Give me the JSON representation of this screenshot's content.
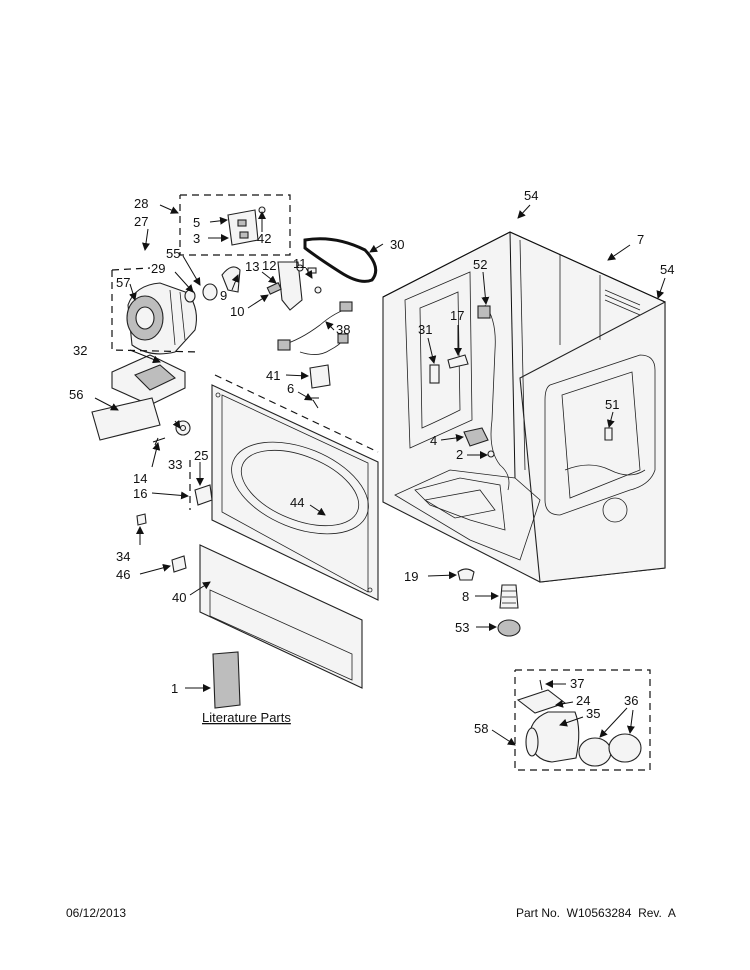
{
  "footer": {
    "date": "06/12/2013",
    "part_no": "Part No.  W10563284  Rev.  A"
  },
  "literature_label": "Literature Parts",
  "callouts": [
    "1",
    "2",
    "3",
    "4",
    "5",
    "6",
    "7",
    "8",
    "9",
    "10",
    "11",
    "12",
    "13",
    "14",
    "16",
    "17",
    "19",
    "24",
    "25",
    "27",
    "28",
    "29",
    "30",
    "31",
    "32",
    "33",
    "34",
    "35",
    "36",
    "37",
    "38",
    "40",
    "41",
    "42",
    "44",
    "46",
    "51",
    "52",
    "53",
    "54",
    "54",
    "55",
    "56",
    "57",
    "58"
  ]
}
